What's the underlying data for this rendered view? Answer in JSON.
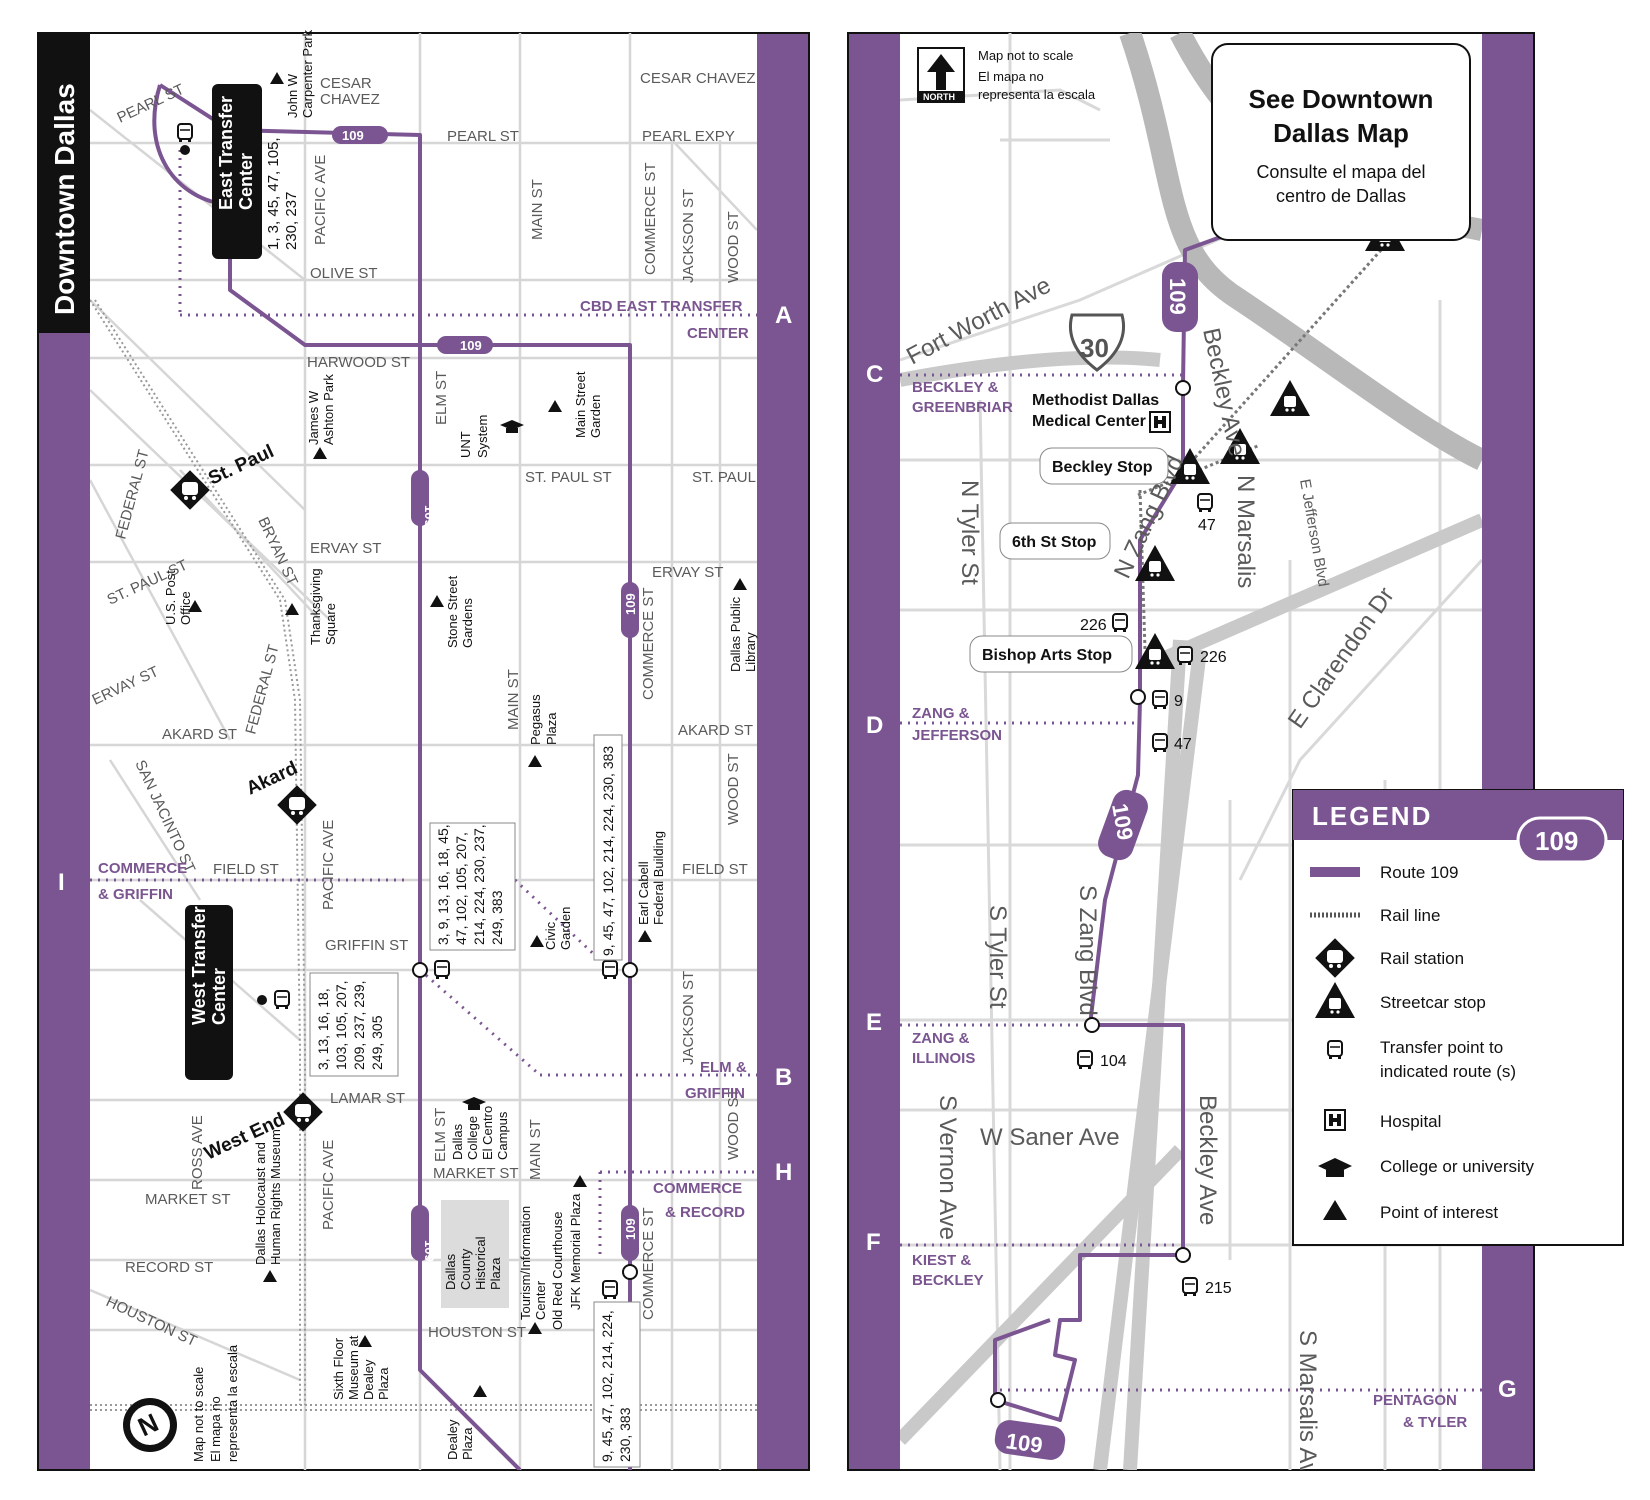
{
  "left_panel": {
    "title": "Downtown Dallas",
    "grid": {
      "A": "A",
      "B": "B",
      "H": "H",
      "I": "I"
    },
    "streets": {
      "pearl": "PEARL ST",
      "pearl2": "PEARL ST",
      "cesar1": "CESAR",
      "cesar2": "CHAVEZ",
      "cesar_right": "CESAR CHAVEZ",
      "pearl_expy": "PEARL EXPY",
      "olive": "OLIVE ST",
      "harwood": "HARWOOD ST",
      "st_paul": "ST. PAUL ST",
      "st_paul_right": "ST. PAUL",
      "ervay": "ERVAY ST",
      "ervay_right": "ERVAY ST",
      "ervay_left": "ERVAY ST",
      "akard": "AKARD ST",
      "akard_right": "AKARD ST",
      "field": "FIELD ST",
      "field_right": "FIELD ST",
      "griffin": "GRIFFIN ST",
      "lamar": "LAMAR ST",
      "market": "MARKET ST",
      "market_mid": "MARKET ST",
      "record": "RECORD ST",
      "houston": "HOUSTON ST",
      "houston_left": "HOUSTON ST",
      "pacific1": "PACIFIC AVE",
      "pacific2": "PACIFIC AVE",
      "pacific3": "PACIFIC AVE",
      "main1": "MAIN ST",
      "main2": "MAIN ST",
      "main3": "MAIN ST",
      "commerce1": "COMMERCE ST",
      "commerce2": "COMMERCE ST",
      "commerce3": "COMMERCE ST",
      "jackson1": "JACKSON ST",
      "jackson2": "JACKSON ST",
      "wood1": "WOOD ST",
      "wood2": "WOOD ST",
      "wood3": "WOOD ST",
      "elm1": "ELM ST",
      "elm2": "ELM ST",
      "federal1": "FEDERAL ST",
      "federal2": "FEDERAL ST",
      "bryan": "BRYAN ST",
      "st_paul_diag": "ST. PAUL ST",
      "san_jacinto": "SAN JACINTO ST",
      "ross": "ROSS AVE"
    },
    "timepoints": {
      "cbd1": "CBD EAST TRANSFER",
      "cbd2": "CENTER",
      "commerce_griffin1": "COMMERCE",
      "commerce_griffin2": "& GRIFFIN",
      "elm_griffin1": "ELM &",
      "elm_griffin2": "GRIFFIN",
      "commerce_record1": "COMMERCE",
      "commerce_record2": "& RECORD"
    },
    "centers": {
      "east1": "East Transfer",
      "east2": "Center",
      "east_routes1": "1, 3, 45, 47, 105,",
      "east_routes2": "230, 237",
      "west1": "West Transfer",
      "west2": "Center"
    },
    "stations": {
      "st_paul": "St. Paul",
      "akard": "Akard",
      "west_end": "West End"
    },
    "poi": {
      "carpenter1": "John W",
      "carpenter2": "Carpenter Park",
      "ashton1": "James W",
      "ashton2": "Ashton Park",
      "unt1": "UNT",
      "unt2": "System",
      "msg1": "Main Street",
      "msg2": "Garden",
      "post1": "U.S. Post",
      "post2": "Office",
      "thanks1": "Thanksgiving",
      "thanks2": "Square",
      "stone1": "Stone Street",
      "stone2": "Gardens",
      "pegasus1": "Pegasus",
      "pegasus2": "Plaza",
      "library1": "Dallas Public",
      "library2": "Library",
      "cabell1": "Earl Cabell",
      "cabell2": "Federal Building",
      "civic1": "Civic",
      "civic2": "Garden",
      "college1": "Dallas",
      "college2": "College",
      "college3": "El Centro",
      "college4": "Campus",
      "plaza1": "Dallas",
      "plaza2": "County",
      "plaza3": "Historical",
      "plaza4": "Plaza",
      "holocaust1": "Dallas Holocaust and",
      "holocaust2": "Human Rights Museum",
      "sixth1": "Sixth Floor",
      "sixth2": "Museum at",
      "sixth3": "Dealey",
      "sixth4": "Plaza",
      "tourism1": "Tourism/Information",
      "tourism2": "Center",
      "courthouse": "Old Red Courthouse",
      "jfk": "JFK Memorial Plaza",
      "dealey1": "Dealey",
      "dealey2": "Plaza"
    },
    "route_boxes": {
      "box1": [
        "3, 9, 13, 16, 18, 45,",
        "47, 102, 105, 207,",
        "214, 224, 230, 237,",
        "249, 383"
      ],
      "box2": [
        "9, 45, 47, 102, 214, 224, 230, 383"
      ],
      "box3": [
        "3, 13, 16, 18,",
        "103, 105, 207,",
        "209, 237, 239,",
        "249, 305"
      ],
      "box4": [
        "9, 45, 47, 102, 214, 224,",
        "230, 383"
      ]
    },
    "shields": {
      "s1": "109",
      "s2": "109",
      "s3": "109",
      "s4": "109",
      "s5": "109",
      "s6": "109"
    },
    "scale_note1": "Map not to scale",
    "scale_note2": "El mapa no",
    "scale_note3": "representa la escala",
    "north_label": "N"
  },
  "right_panel": {
    "grid": {
      "C": "C",
      "D": "D",
      "E": "E",
      "F": "F",
      "G": "G"
    },
    "north": "NORTH",
    "scale_en": "Map not to scale",
    "scale_es1": "El mapa no",
    "scale_es2": "representa la escala",
    "see_map1": "See Downtown",
    "see_map2": "Dallas Map",
    "see_map_es1": "Consulte el mapa del",
    "see_map_es2": "centro de Dallas",
    "interstate": "30",
    "streets": {
      "fort_worth": "Fort Worth Ave",
      "beckley_top": "Beckley Ave",
      "n_zang": "N Zang Blvd",
      "n_marsalis": "N Marsalis",
      "e_jefferson": "E Jefferson Blvd",
      "n_tyler": "N Tyler St",
      "e_clarendon": "E Clarendon Dr",
      "s_tyler": "S Tyler St",
      "s_zang": "S Zang Blvd",
      "w_saner": "W Saner Ave",
      "s_vernon": "S Vernon Ave",
      "beckley_bot": "Beckley Ave",
      "s_marsalis": "S Marsalis Ave"
    },
    "timepoints": {
      "beckley_greenbriar1": "BECKLEY &",
      "beckley_greenbriar2": "GREENBRIAR",
      "zang_jefferson1": "ZANG &",
      "zang_jefferson2": "JEFFERSON",
      "zang_illinois1": "ZANG &",
      "zang_illinois2": "ILLINOIS",
      "kiest_beckley1": "KIEST &",
      "kiest_beckley2": "BECKLEY",
      "pentagon_tyler1": "PENTAGON",
      "pentagon_tyler2": "& TYLER"
    },
    "stops": {
      "beckley": "Beckley Stop",
      "sixth": "6th St Stop",
      "bishop": "Bishop Arts Stop"
    },
    "hospital1": "Methodist Dallas",
    "hospital2": "Medical Center",
    "transfers": {
      "t47a": "47",
      "t226a": "226",
      "t226b": "226",
      "t9": "9",
      "t47b": "47",
      "t104": "104",
      "t215": "215"
    },
    "shields": {
      "s1": "109",
      "s2": "109",
      "s3": "109"
    }
  },
  "legend": {
    "title": "LEGEND",
    "route_badge": "109",
    "items": [
      "Route 109",
      "Rail line",
      "Rail station",
      "Streetcar stop",
      "Transfer point to",
      "indicated route (s)",
      "Hospital",
      "College or university",
      "Point of interest"
    ]
  },
  "colors": {
    "route": "#7b5591",
    "frame": "#7b5591",
    "street": "#d9d9d9",
    "highway": "#b5b5b5"
  }
}
